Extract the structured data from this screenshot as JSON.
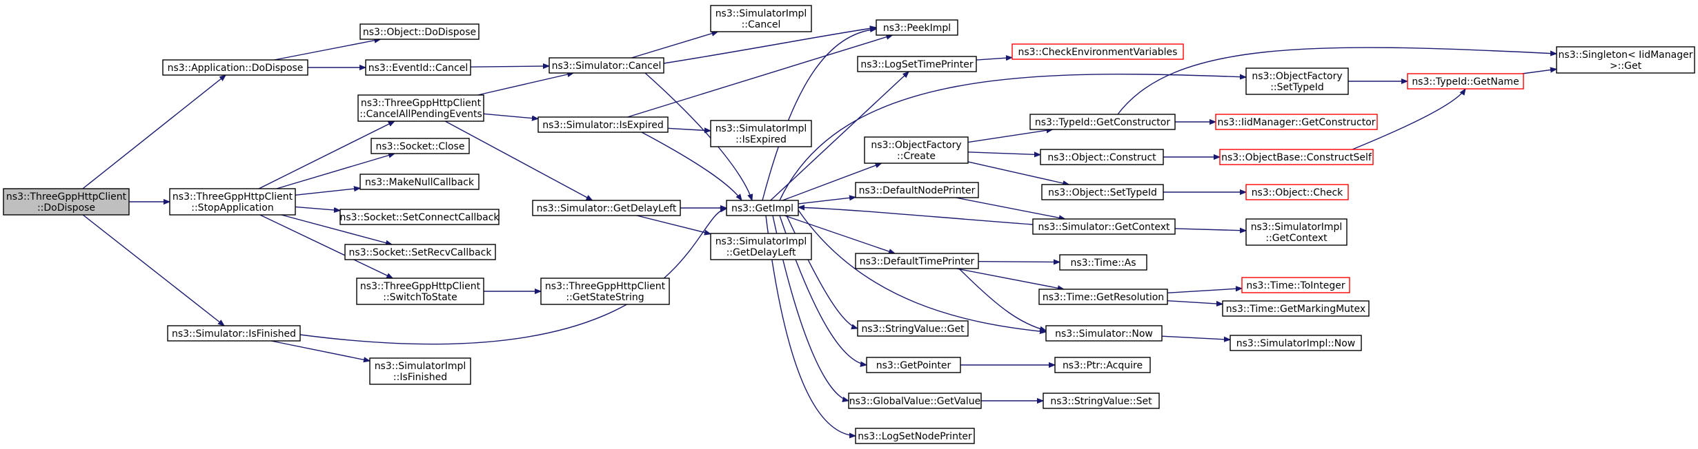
{
  "colors": {
    "edge": "#191970",
    "node_border": "#000000",
    "node_border_red": "#ff0000",
    "root_fill": "#bfbfbf"
  },
  "nodes": {
    "root": {
      "lines": [
        "ns3::ThreeGppHttpClient",
        "::DoDispose"
      ],
      "style": "gray"
    },
    "app_dodispose": {
      "lines": [
        "ns3::Application::DoDispose"
      ]
    },
    "object_dodispose": {
      "lines": [
        "ns3::Object::DoDispose"
      ]
    },
    "eventid_cancel": {
      "lines": [
        "ns3::EventId::Cancel"
      ]
    },
    "stop_application": {
      "lines": [
        "ns3::ThreeGppHttpClient",
        "::StopApplication"
      ]
    },
    "sim_isfinished": {
      "lines": [
        "ns3::Simulator::IsFinished"
      ]
    },
    "cancel_all_pending": {
      "lines": [
        "ns3::ThreeGppHttpClient",
        "::CancelAllPendingEvents"
      ]
    },
    "socket_close": {
      "lines": [
        "ns3::Socket::Close"
      ]
    },
    "make_null_callback": {
      "lines": [
        "ns3::MakeNullCallback"
      ]
    },
    "socket_set_connect": {
      "lines": [
        "ns3::Socket::SetConnectCallback"
      ]
    },
    "socket_set_recv": {
      "lines": [
        "ns3::Socket::SetRecvCallback"
      ]
    },
    "switch_to_state": {
      "lines": [
        "ns3::ThreeGppHttpClient",
        "::SwitchToState"
      ]
    },
    "simimpl_isfinished": {
      "lines": [
        "ns3::SimulatorImpl",
        "::IsFinished"
      ]
    },
    "sim_cancel": {
      "lines": [
        "ns3::Simulator::Cancel"
      ]
    },
    "sim_isexpired": {
      "lines": [
        "ns3::Simulator::IsExpired"
      ]
    },
    "sim_getdelayleft": {
      "lines": [
        "ns3::Simulator::GetDelayLeft"
      ]
    },
    "get_state_string": {
      "lines": [
        "ns3::ThreeGppHttpClient",
        "::GetStateString"
      ]
    },
    "simimpl_cancel": {
      "lines": [
        "ns3::SimulatorImpl",
        "::Cancel"
      ]
    },
    "simimpl_isexpired": {
      "lines": [
        "ns3::SimulatorImpl",
        "::IsExpired"
      ]
    },
    "get_impl": {
      "lines": [
        "ns3::GetImpl"
      ]
    },
    "simimpl_getdelayleft": {
      "lines": [
        "ns3::SimulatorImpl",
        "::GetDelayLeft"
      ]
    },
    "peek_impl": {
      "lines": [
        "ns3::PeekImpl"
      ]
    },
    "log_set_time_printer": {
      "lines": [
        "ns3::LogSetTimePrinter"
      ]
    },
    "objfactory_create": {
      "lines": [
        "ns3::ObjectFactory",
        "::Create"
      ]
    },
    "default_node_printer": {
      "lines": [
        "ns3::DefaultNodePrinter"
      ]
    },
    "default_time_printer": {
      "lines": [
        "ns3::DefaultTimePrinter"
      ]
    },
    "stringvalue_get": {
      "lines": [
        "ns3::StringValue::Get"
      ]
    },
    "get_pointer": {
      "lines": [
        "ns3::GetPointer"
      ]
    },
    "globalvalue_getvalue": {
      "lines": [
        "ns3::GlobalValue::GetValue"
      ]
    },
    "log_set_node_printer": {
      "lines": [
        "ns3::LogSetNodePrinter"
      ]
    },
    "check_env_vars": {
      "lines": [
        "ns3::CheckEnvironmentVariables"
      ],
      "style": "red"
    },
    "typeid_getconstructor": {
      "lines": [
        "ns3::TypeId::GetConstructor"
      ]
    },
    "object_construct": {
      "lines": [
        "ns3::Object::Construct"
      ]
    },
    "object_settypeid": {
      "lines": [
        "ns3::Object::SetTypeId"
      ]
    },
    "sim_getcontext": {
      "lines": [
        "ns3::Simulator::GetContext"
      ]
    },
    "time_as": {
      "lines": [
        "ns3::Time::As"
      ]
    },
    "time_getresolution": {
      "lines": [
        "ns3::Time::GetResolution"
      ]
    },
    "sim_now": {
      "lines": [
        "ns3::Simulator::Now"
      ]
    },
    "ptr_acquire": {
      "lines": [
        "ns3::Ptr::Acquire"
      ]
    },
    "stringvalue_set": {
      "lines": [
        "ns3::StringValue::Set"
      ]
    },
    "objfactory_settypeid": {
      "lines": [
        "ns3::ObjectFactory",
        "::SetTypeId"
      ]
    },
    "iidmanager_getconstructor": {
      "lines": [
        "ns3::IidManager::GetConstructor"
      ],
      "style": "red"
    },
    "objectbase_constructself": {
      "lines": [
        "ns3::ObjectBase::ConstructSelf"
      ],
      "style": "red"
    },
    "object_check": {
      "lines": [
        "ns3::Object::Check"
      ],
      "style": "red"
    },
    "simimpl_getcontext": {
      "lines": [
        "ns3::SimulatorImpl",
        "::GetContext"
      ]
    },
    "time_tointeger": {
      "lines": [
        "ns3::Time::ToInteger"
      ],
      "style": "red"
    },
    "time_getmarkingmutex": {
      "lines": [
        "ns3::Time::GetMarkingMutex"
      ]
    },
    "simimpl_now": {
      "lines": [
        "ns3::SimulatorImpl::Now"
      ]
    },
    "typeid_getname": {
      "lines": [
        "ns3::TypeId::GetName"
      ],
      "style": "red"
    },
    "singleton_get": {
      "lines": [
        "ns3::Singleton< IidManager",
        " >::Get"
      ]
    }
  },
  "edges": [
    [
      "root",
      "app_dodispose"
    ],
    [
      "root",
      "stop_application"
    ],
    [
      "root",
      "sim_isfinished"
    ],
    [
      "app_dodispose",
      "object_dodispose"
    ],
    [
      "app_dodispose",
      "eventid_cancel"
    ],
    [
      "eventid_cancel",
      "sim_cancel"
    ],
    [
      "stop_application",
      "cancel_all_pending"
    ],
    [
      "stop_application",
      "socket_close"
    ],
    [
      "stop_application",
      "make_null_callback"
    ],
    [
      "stop_application",
      "socket_set_connect"
    ],
    [
      "stop_application",
      "socket_set_recv"
    ],
    [
      "stop_application",
      "switch_to_state"
    ],
    [
      "sim_isfinished",
      "get_impl"
    ],
    [
      "sim_isfinished",
      "simimpl_isfinished"
    ],
    [
      "cancel_all_pending",
      "sim_cancel"
    ],
    [
      "cancel_all_pending",
      "sim_isexpired"
    ],
    [
      "cancel_all_pending",
      "sim_getdelayleft"
    ],
    [
      "switch_to_state",
      "get_state_string"
    ],
    [
      "sim_cancel",
      "simimpl_cancel"
    ],
    [
      "sim_cancel",
      "peek_impl"
    ],
    [
      "sim_cancel",
      "get_impl"
    ],
    [
      "sim_isexpired",
      "peek_impl"
    ],
    [
      "sim_isexpired",
      "simimpl_isexpired"
    ],
    [
      "sim_isexpired",
      "get_impl"
    ],
    [
      "sim_getdelayleft",
      "get_impl"
    ],
    [
      "sim_getdelayleft",
      "simimpl_getdelayleft"
    ],
    [
      "get_impl",
      "peek_impl"
    ],
    [
      "get_impl",
      "log_set_time_printer"
    ],
    [
      "get_impl",
      "objfactory_settypeid"
    ],
    [
      "get_impl",
      "objfactory_create"
    ],
    [
      "get_impl",
      "default_node_printer"
    ],
    [
      "get_impl",
      "default_time_printer"
    ],
    [
      "get_impl",
      "sim_now"
    ],
    [
      "get_impl",
      "stringvalue_get"
    ],
    [
      "get_impl",
      "get_pointer"
    ],
    [
      "get_impl",
      "globalvalue_getvalue"
    ],
    [
      "get_impl",
      "log_set_node_printer"
    ],
    [
      "log_set_time_printer",
      "check_env_vars"
    ],
    [
      "objfactory_create",
      "typeid_getconstructor"
    ],
    [
      "objfactory_create",
      "object_construct"
    ],
    [
      "objfactory_create",
      "object_settypeid"
    ],
    [
      "default_node_printer",
      "sim_getcontext"
    ],
    [
      "sim_getcontext",
      "get_impl"
    ],
    [
      "default_time_printer",
      "time_as"
    ],
    [
      "default_time_printer",
      "time_getresolution"
    ],
    [
      "default_time_printer",
      "sim_now"
    ],
    [
      "get_pointer",
      "ptr_acquire"
    ],
    [
      "globalvalue_getvalue",
      "stringvalue_set"
    ],
    [
      "typeid_getconstructor",
      "iidmanager_getconstructor"
    ],
    [
      "typeid_getconstructor",
      "singleton_get"
    ],
    [
      "object_construct",
      "objectbase_constructself"
    ],
    [
      "object_settypeid",
      "object_check"
    ],
    [
      "sim_getcontext",
      "simimpl_getcontext"
    ],
    [
      "time_getresolution",
      "time_tointeger"
    ],
    [
      "time_getresolution",
      "time_getmarkingmutex"
    ],
    [
      "sim_now",
      "simimpl_now"
    ],
    [
      "objfactory_settypeid",
      "typeid_getname"
    ],
    [
      "objectbase_constructself",
      "typeid_getname"
    ],
    [
      "typeid_getname",
      "singleton_get"
    ]
  ]
}
